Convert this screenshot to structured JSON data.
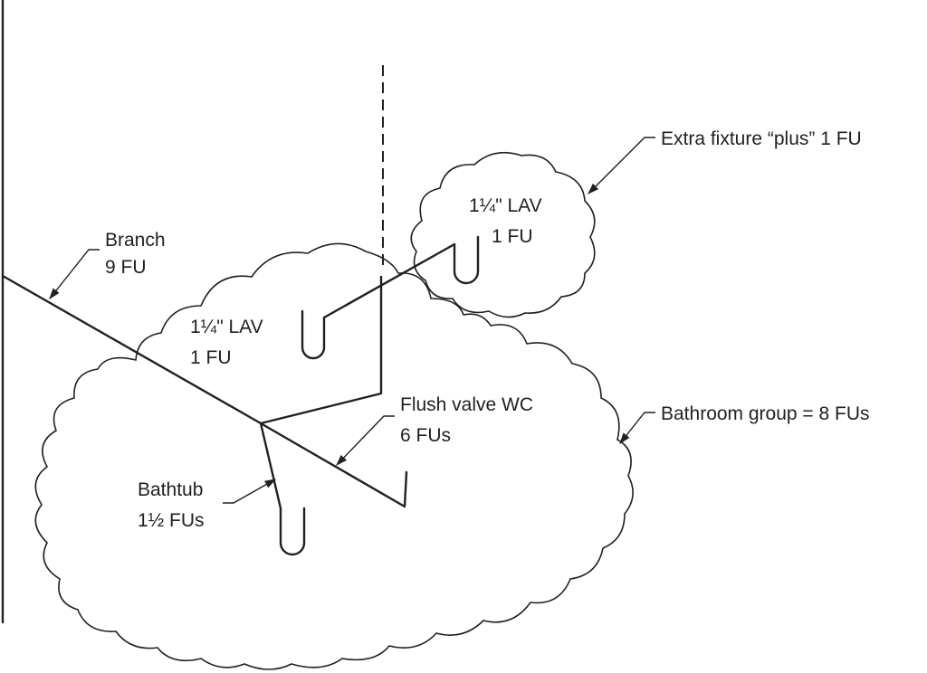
{
  "labels": {
    "branch": [
      "Branch",
      "9 FU"
    ],
    "lav_left": [
      "1¼\" LAV",
      "1 FU"
    ],
    "lav_right": [
      "1¼\" LAV",
      "1 FU"
    ],
    "extra_fixture": "Extra fixture “plus” 1 FU",
    "flush_valve": [
      "Flush valve WC",
      "6 FUs"
    ],
    "bathtub": [
      "Bathtub",
      "1½ FUs"
    ],
    "bathroom_group": "Bathroom group = 8 FUs"
  }
}
